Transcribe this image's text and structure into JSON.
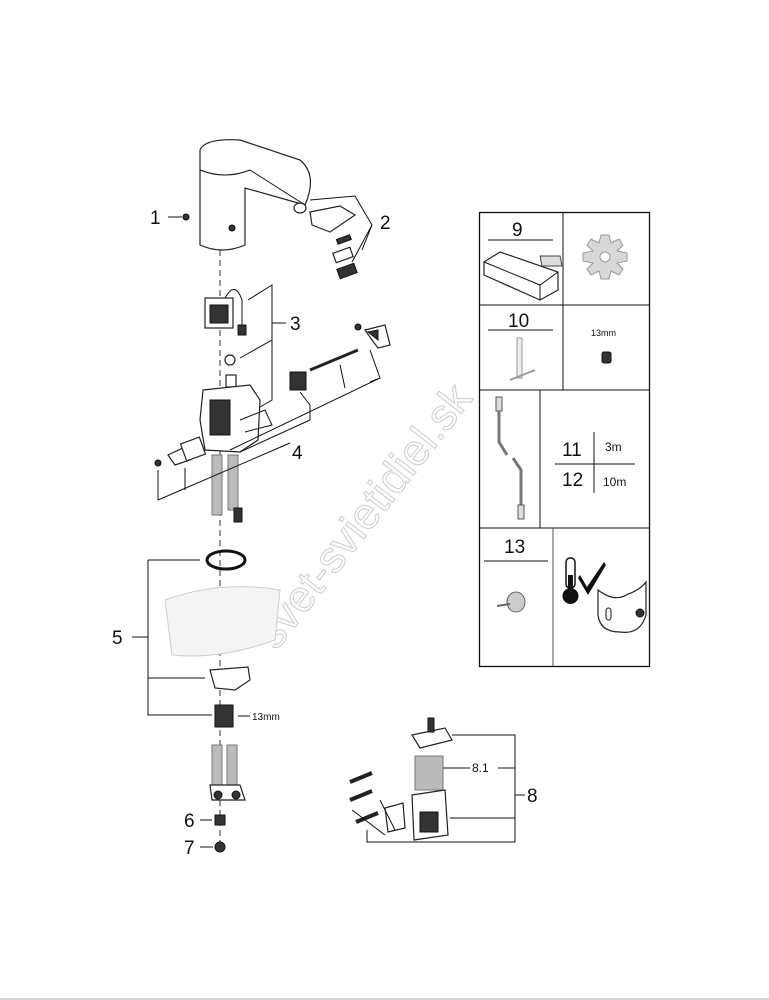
{
  "labels": {
    "p1": "1",
    "p2": "2",
    "p3": "3",
    "p4": "4",
    "p5": "5",
    "p6": "6",
    "p7": "7",
    "p8": "8",
    "p8_1": "8.1",
    "wrench_size": "13mm"
  },
  "panel": {
    "p9": "9",
    "p10": "10",
    "socket_size": "13mm",
    "p11": "11",
    "p11_len": "3m",
    "p12": "12",
    "p12_len": "10m",
    "p13": "13"
  },
  "watermark": "svet-svietidiel.sk"
}
